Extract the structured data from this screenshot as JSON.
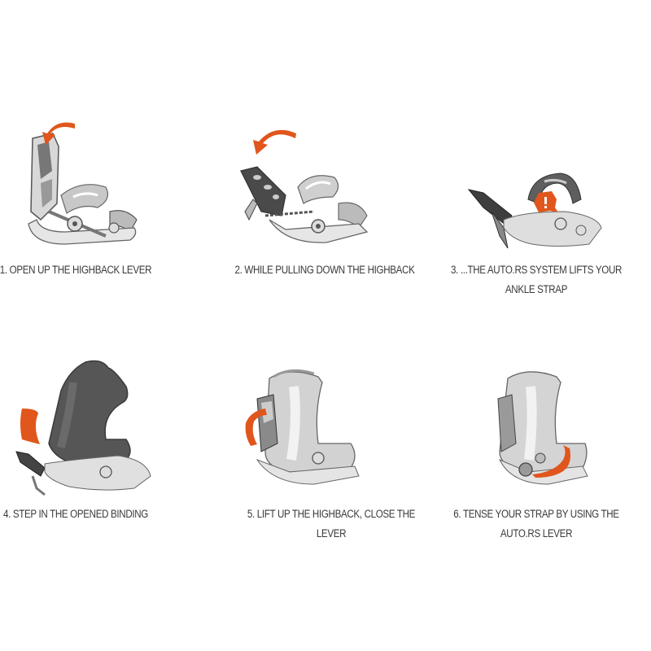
{
  "colors": {
    "accent_orange": "#e0561c",
    "caption_text": "#3a3a3a",
    "binding_light": "#e2e2e2",
    "binding_mid": "#a8a8a8",
    "binding_dark": "#5a5a5a",
    "boot_dark": "#545454",
    "background": "#ffffff"
  },
  "steps": [
    {
      "number": 1,
      "caption": "1. OPEN UP THE HIGHBACK LEVER",
      "icon": "rotate-arrow-icon"
    },
    {
      "number": 2,
      "caption": "2. WHILE PULLING DOWN THE HIGHBACK",
      "icon": "rotate-arrow-icon"
    },
    {
      "number": 3,
      "caption": "3. ...THE AUTO.RS SYSTEM LIFTS YOUR ANKLE STRAP",
      "icon": "exclamation-badge-icon"
    },
    {
      "number": 4,
      "caption": "4. STEP IN THE OPENED BINDING",
      "icon": "curved-arrow-icon"
    },
    {
      "number": 5,
      "caption": "5. LIFT UP THE HIGHBACK, CLOSE THE LEVER",
      "icon": "curved-arrow-icon"
    },
    {
      "number": 6,
      "caption": "6. TENSE YOUR STRAP BY USING THE AUTO.RS LEVER",
      "icon": "strap-highlight-icon"
    }
  ]
}
